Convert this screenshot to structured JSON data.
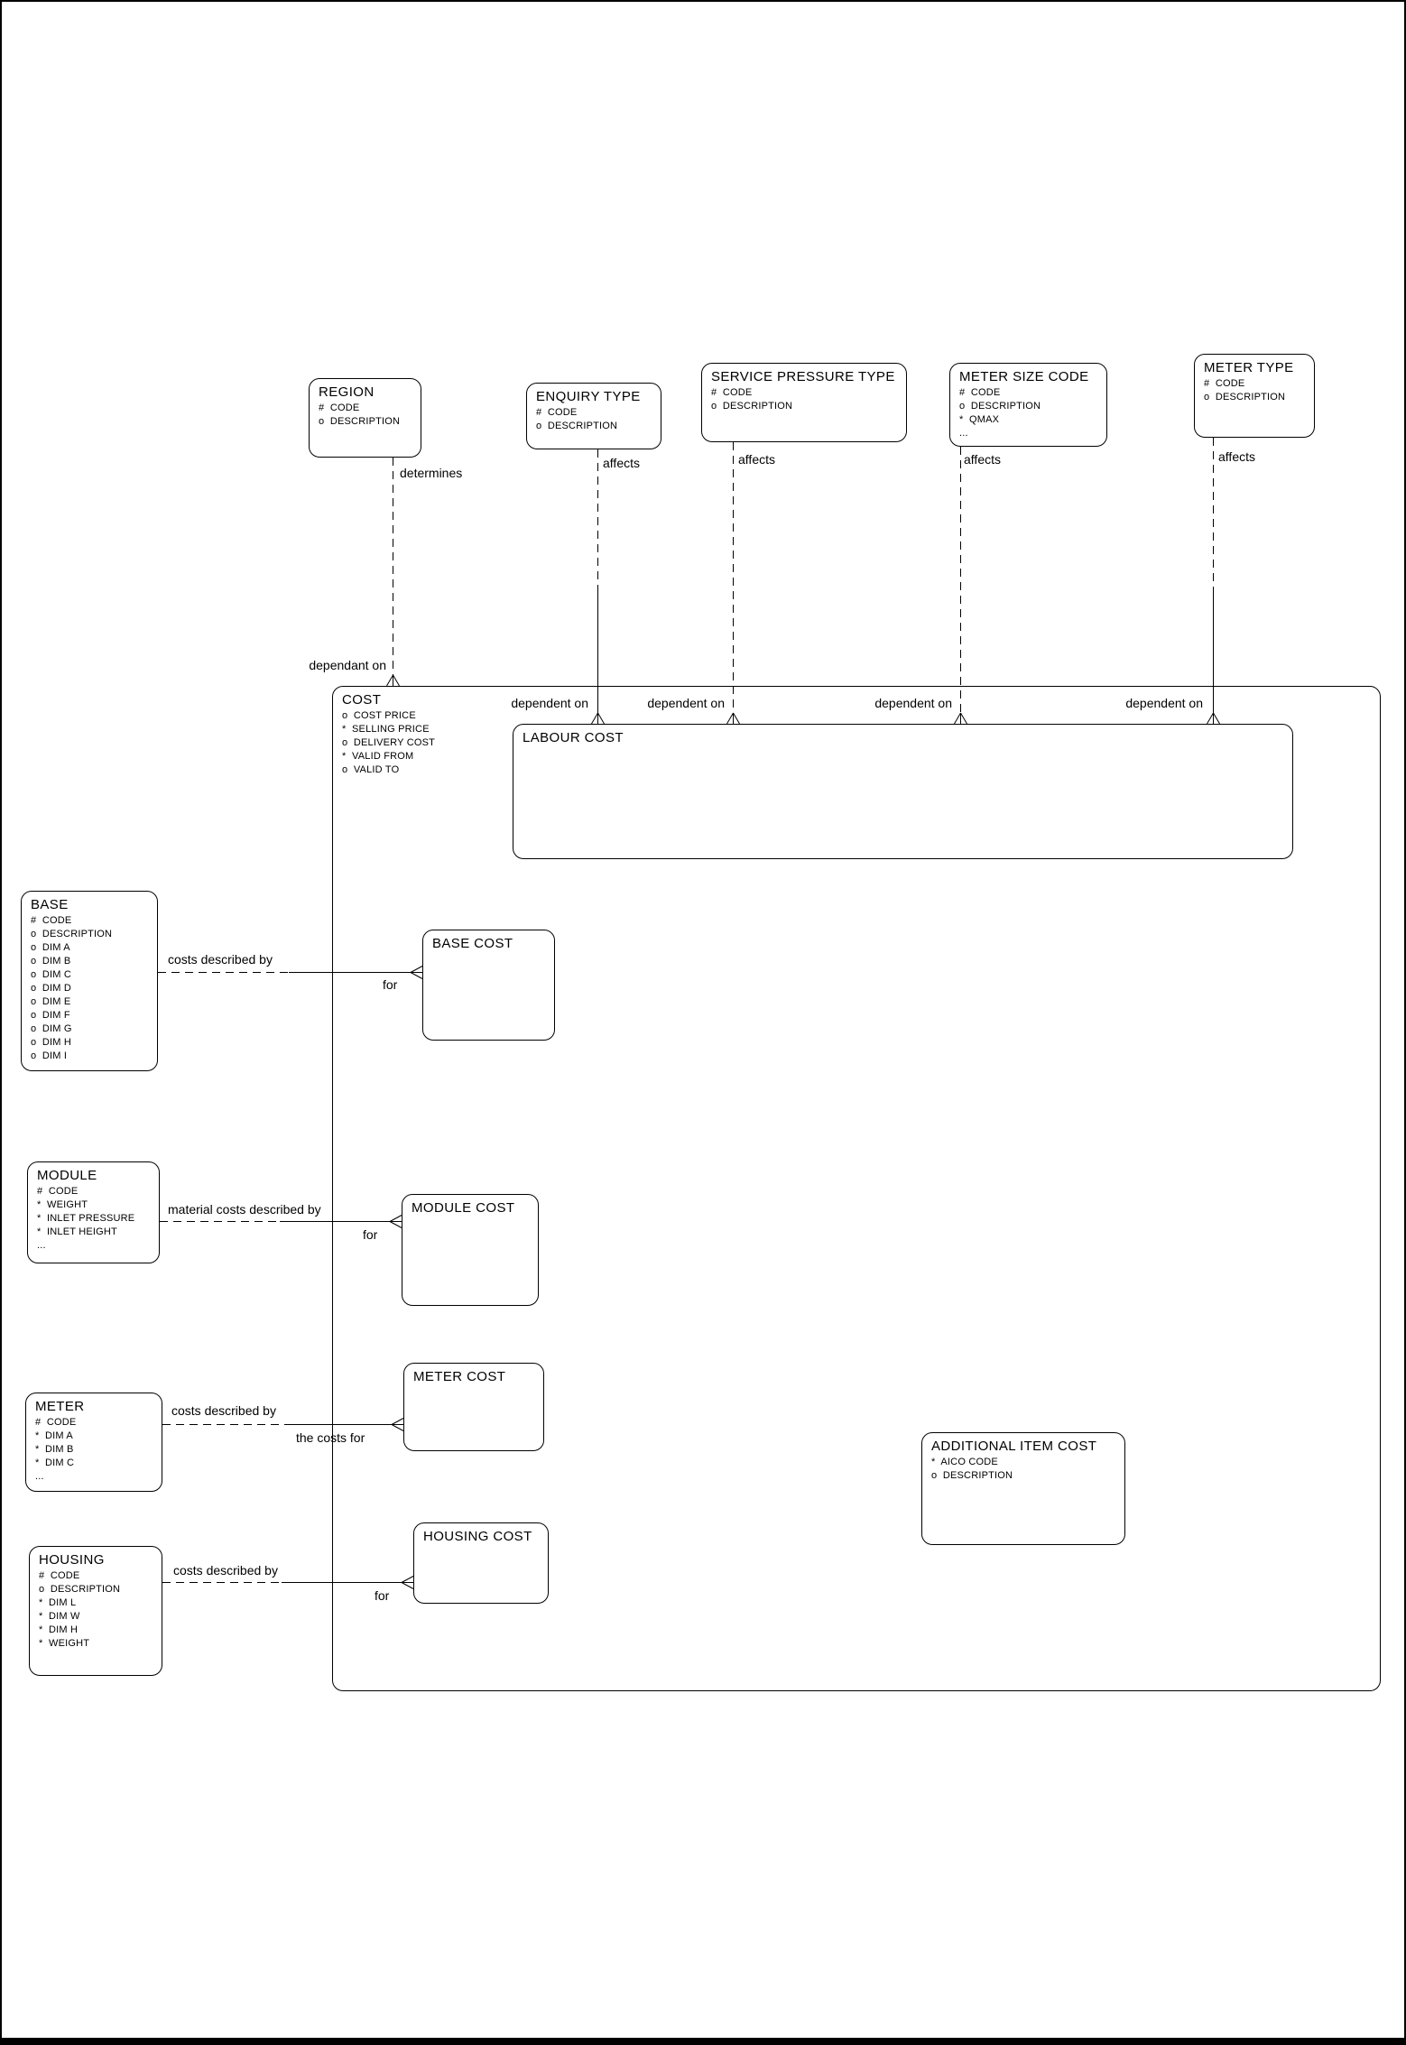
{
  "diagram": {
    "entities": {
      "region": {
        "title": "REGION",
        "attrs": [
          "#  CODE",
          "o  DESCRIPTION"
        ]
      },
      "enquiry_type": {
        "title": "ENQUIRY TYPE",
        "attrs": [
          "#  CODE",
          "o  DESCRIPTION"
        ]
      },
      "service_pressure_type": {
        "title": "SERVICE PRESSURE TYPE",
        "attrs": [
          "#  CODE",
          "o  DESCRIPTION"
        ]
      },
      "meter_size_code": {
        "title": "METER SIZE CODE",
        "attrs": [
          "#  CODE",
          "o  DESCRIPTION",
          "*  QMAX",
          "..."
        ]
      },
      "meter_type": {
        "title": "METER TYPE",
        "attrs": [
          "#  CODE",
          "o  DESCRIPTION"
        ]
      },
      "cost": {
        "title": "COST",
        "attrs": [
          "o  COST PRICE",
          "*  SELLING PRICE",
          "o  DELIVERY COST",
          "*  VALID FROM",
          "o  VALID TO"
        ]
      },
      "labour_cost": {
        "title": "LABOUR COST",
        "attrs": []
      },
      "base": {
        "title": "BASE",
        "attrs": [
          "#  CODE",
          "o  DESCRIPTION",
          "o  DIM A",
          "o  DIM B",
          "o  DIM C",
          "o  DIM D",
          "o  DIM E",
          "o  DIM F",
          "o  DIM G",
          "o  DIM H",
          "o  DIM I"
        ]
      },
      "base_cost": {
        "title": "BASE COST",
        "attrs": []
      },
      "module": {
        "title": "MODULE",
        "attrs": [
          "#  CODE",
          "*  WEIGHT",
          "*  INLET PRESSURE",
          "*  INLET HEIGHT",
          "..."
        ]
      },
      "module_cost": {
        "title": "MODULE COST",
        "attrs": []
      },
      "meter": {
        "title": "METER",
        "attrs": [
          "#  CODE",
          "*  DIM A",
          "*  DIM B",
          "*  DIM C",
          "..."
        ]
      },
      "meter_cost": {
        "title": "METER COST",
        "attrs": []
      },
      "housing": {
        "title": "HOUSING",
        "attrs": [
          "#  CODE",
          "o  DESCRIPTION",
          "*  DIM L",
          "*  DIM W",
          "*  DIM H",
          "*  WEIGHT"
        ]
      },
      "housing_cost": {
        "title": "HOUSING COST",
        "attrs": []
      },
      "additional_item_cost": {
        "title": "ADDITIONAL ITEM COST",
        "attrs": [
          "*  AICO CODE",
          "o  DESCRIPTION"
        ]
      }
    },
    "relationships": [
      {
        "id": "region-cost",
        "near_label": "determines",
        "far_label": "dependant on"
      },
      {
        "id": "enquiry-labour-cost",
        "near_label": "affects",
        "far_label": "dependent on"
      },
      {
        "id": "service-labour-cost",
        "near_label": "affects",
        "far_label": "dependent on"
      },
      {
        "id": "metersize-labour-cost",
        "near_label": "affects",
        "far_label": "dependent on"
      },
      {
        "id": "metertype-labour-cost",
        "near_label": "affects",
        "far_label": "dependent on"
      },
      {
        "id": "base-base-cost",
        "near_label": "costs described by",
        "far_label": "for"
      },
      {
        "id": "module-module-cost",
        "near_label": "material costs described by",
        "far_label": "for"
      },
      {
        "id": "meter-meter-cost",
        "near_label": "costs described by",
        "far_label": "the costs for"
      },
      {
        "id": "housing-housing-cost",
        "near_label": "costs described by",
        "far_label": "for"
      }
    ],
    "colors": {
      "line": "#000000",
      "background": "#ffffff"
    }
  }
}
